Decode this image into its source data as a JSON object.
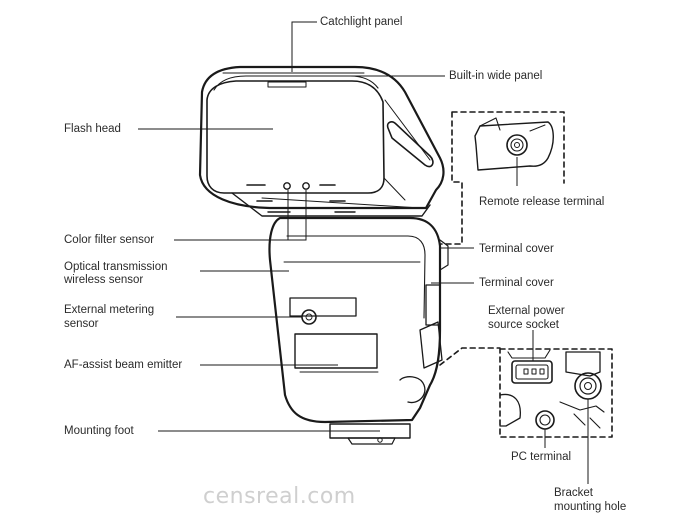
{
  "labels": {
    "catchlight_panel": "Catchlight panel",
    "builtin_wide_panel": "Built-in wide panel",
    "flash_head": "Flash head",
    "remote_release_terminal": "Remote release terminal",
    "color_filter_sensor": "Color filter sensor",
    "terminal_cover_1": "Terminal cover",
    "optical_transmission_line1": "Optical transmission",
    "optical_transmission_line2": "wireless sensor",
    "terminal_cover_2": "Terminal cover",
    "external_metering_line1": "External metering",
    "external_metering_line2": "sensor",
    "external_power_line1": "External power",
    "external_power_line2": "source socket",
    "af_assist": "AF-assist beam emitter",
    "mounting_foot": "Mounting foot",
    "pc_terminal": "PC terminal",
    "bracket_line1": "Bracket",
    "bracket_line2": "mounting hole"
  },
  "watermark": "censreal.com"
}
